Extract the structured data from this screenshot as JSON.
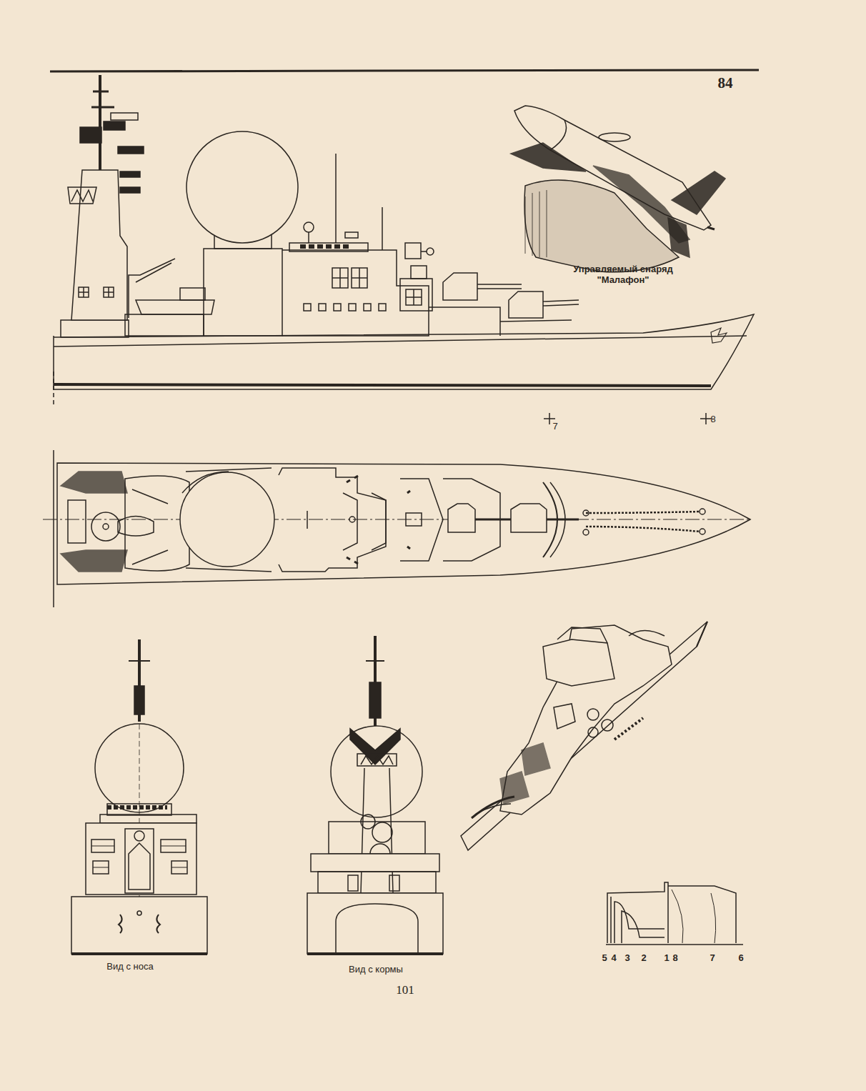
{
  "diagram": {
    "labels": [
      "84",
      "Управляемый снаряд \"Малафон\"",
      "7",
      "8",
      "Вид с носа",
      "Вид с кормы",
      "101",
      "5",
      "4",
      "3",
      "2",
      "1",
      "8",
      "7",
      "6"
    ]
  }
}
